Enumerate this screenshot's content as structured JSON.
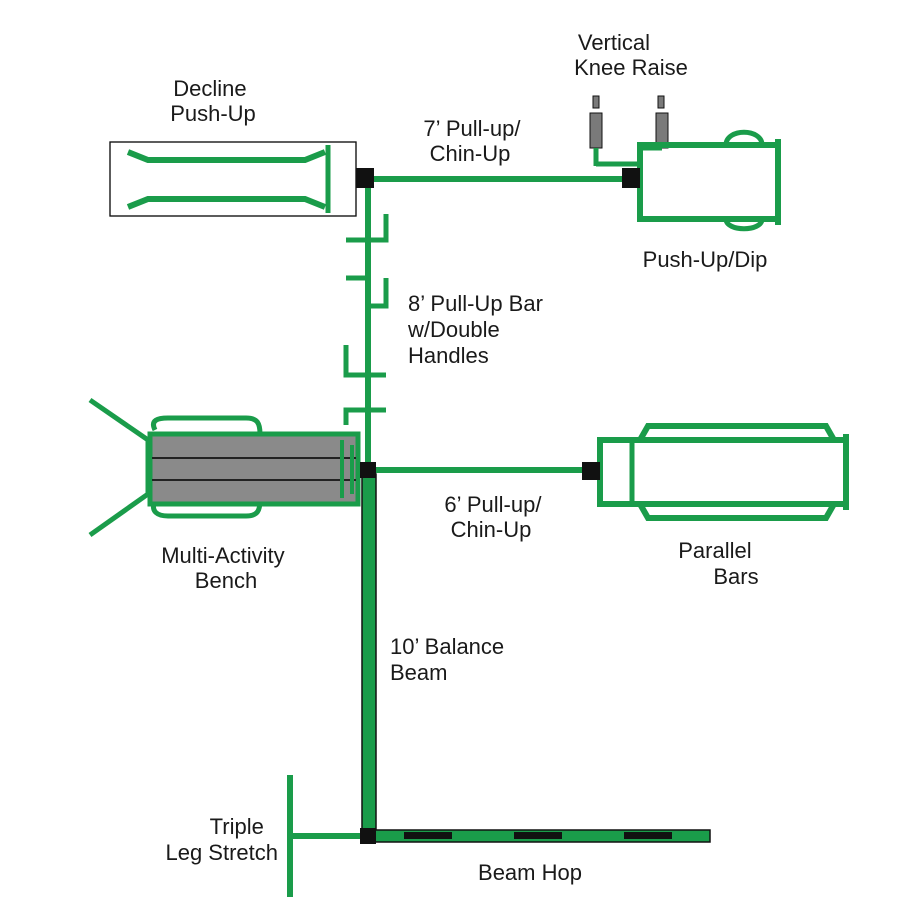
{
  "colors": {
    "equipment_green": "#1a9c4a",
    "outline": "#111111",
    "bench_pad": "#8a8a8a",
    "knee_pad": "#7a7a7a",
    "connector": "#111111"
  },
  "labels": {
    "decline_pushup": [
      "Decline",
      "Push-Up"
    ],
    "vertical_knee_raise": [
      "Vertical",
      "Knee Raise"
    ],
    "pullup_7": [
      "7’ Pull-up/",
      "Chin-Up"
    ],
    "pushup_dip": [
      "Push-Up/Dip"
    ],
    "pullup_8": [
      "8’ Pull-Up Bar",
      "w/Double",
      "Handles"
    ],
    "multi_activity_bench": [
      "Multi-Activity",
      "Bench"
    ],
    "pullup_6": [
      "6’ Pull-up/",
      "Chin-Up"
    ],
    "parallel_bars": [
      "Parallel",
      "Bars"
    ],
    "balance_beam": [
      "10’ Balance",
      "Beam"
    ],
    "triple_leg_stretch": [
      "Triple",
      "Leg Stretch"
    ],
    "beam_hop": [
      "Beam Hop"
    ]
  }
}
